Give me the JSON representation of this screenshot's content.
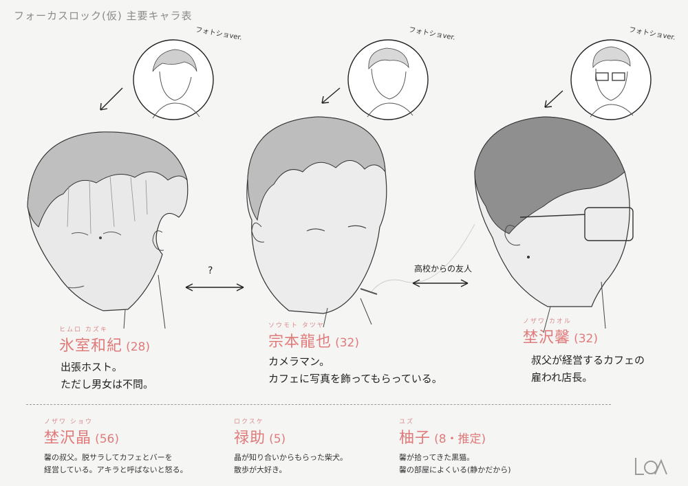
{
  "sheet_title": "フォーカスロック(仮) 主要キャラ表",
  "photo_label": "フォトショver.",
  "relation": {
    "left_mark": "?",
    "right_text": "高校からの友人"
  },
  "main_characters": [
    {
      "ruby": "ヒムロ カズキ",
      "name": "氷室和紀",
      "age": "(28)",
      "desc_line1": "出張ホスト。",
      "desc_line2": "ただし男女は不問。"
    },
    {
      "ruby": "ソウモト タツヤ",
      "name": "宗本龍也",
      "age": "(32)",
      "desc_line1": "カメラマン。",
      "desc_line2": "カフェに写真を飾ってもらっている。"
    },
    {
      "ruby": "ノザワ カオル",
      "name": "埜沢馨",
      "age": "(32)",
      "desc_line1": "叔父が経営するカフェの",
      "desc_line2": "雇われ店長。"
    }
  ],
  "sub_characters": [
    {
      "ruby": "ノザワ ショウ",
      "name": "埜沢晶",
      "age": "(56)",
      "desc_line1": "馨の叔父。脱サラしてカフェとバーを",
      "desc_line2": "経営している。アキラと呼ばないと怒る。"
    },
    {
      "ruby": "ロクスケ",
      "name": "禄助",
      "age": "(5)",
      "desc_line1": "晶が知り合いからもらった柴犬。",
      "desc_line2": "散歩が大好き。"
    },
    {
      "ruby": "ユズ",
      "name": "柚子",
      "age": "(8・推定)",
      "desc_line1": "馨が拾ってきた黒猫。",
      "desc_line2": "馨の部屋によくいる(静かだから)"
    }
  ],
  "logo_text": "LOA"
}
